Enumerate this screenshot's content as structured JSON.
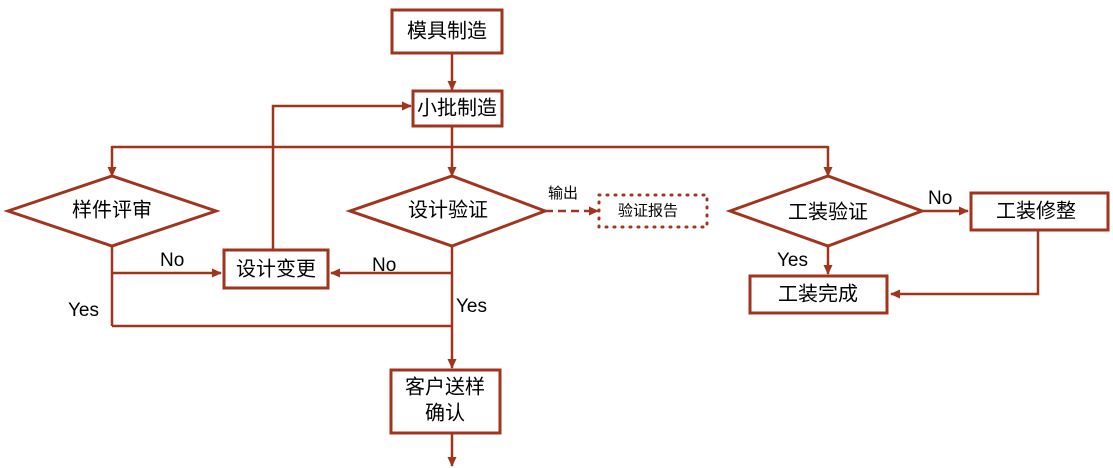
{
  "colors": {
    "stroke": "#a0341d",
    "text": "#000000",
    "background": "#ffffff"
  },
  "nodes": {
    "mold_making": "模具制造",
    "small_batch": "小批制造",
    "sample_review": "样件评审",
    "design_verify": "设计验证",
    "tooling_verify": "工装验证",
    "design_change": "设计变更",
    "verify_report": "验证报告",
    "tooling_fix": "工装修整",
    "tooling_done": "工装完成",
    "customer_line1": "客户送样",
    "customer_line2": "确认"
  },
  "edge_labels": {
    "review_no": "No",
    "review_yes": "Yes",
    "verify_no": "No",
    "verify_yes": "Yes",
    "output": "输出",
    "tooling_no": "No",
    "tooling_yes": "Yes"
  }
}
